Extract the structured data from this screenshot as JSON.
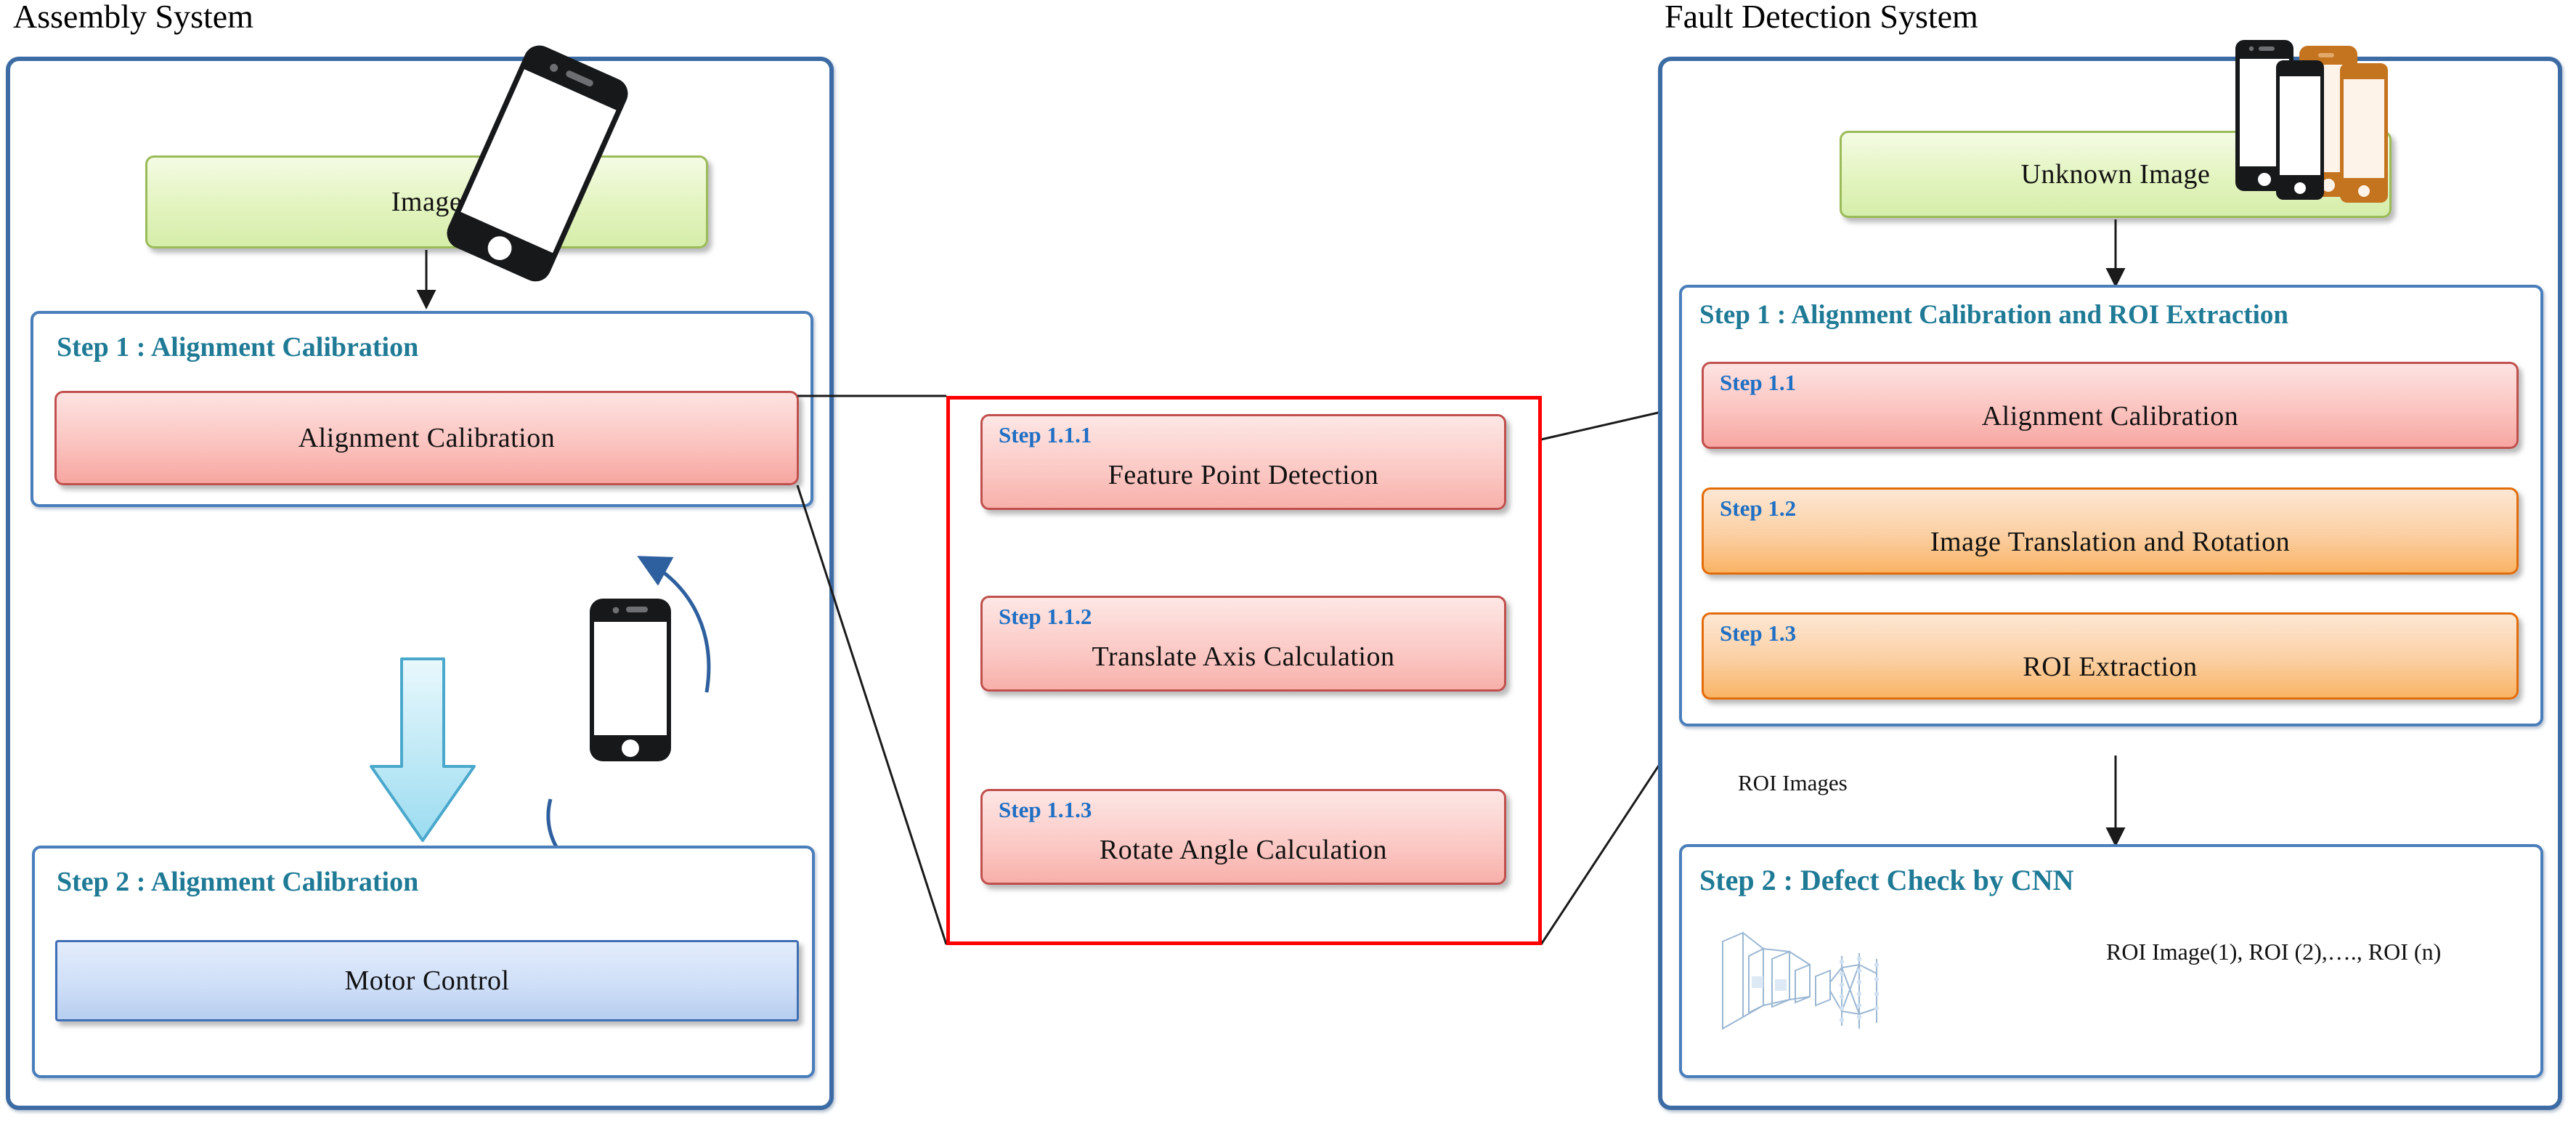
{
  "assembly": {
    "title": "Assembly System",
    "image_box": {
      "label": "Image"
    },
    "step1": {
      "heading": "Step 1 : Alignment Calibration",
      "box_label": "Alignment  Calibration"
    },
    "step2": {
      "heading": "Step 2 : Alignment  Calibration",
      "box_label": "Motor Control"
    }
  },
  "substeps": {
    "items": [
      {
        "tag": "Step 1.1.1",
        "label": "Feature Point Detection"
      },
      {
        "tag": "Step 1.1.2",
        "label": "Translate  Axis  Calculation"
      },
      {
        "tag": "Step 1.1.3",
        "label": "Rotate Angle  Calculation"
      }
    ]
  },
  "fault": {
    "title": "Fault Detection System",
    "unknown_box": {
      "label": "Unknown Image"
    },
    "step1": {
      "heading": "Step 1 : Alignment Calibration and ROI Extraction",
      "items": [
        {
          "tag": "Step 1.1",
          "label": "Alignment  Calibration"
        },
        {
          "tag": "Step 1.2",
          "label": "Image  Translation  and Rotation"
        },
        {
          "tag": "Step 1.3",
          "label": "ROI Extraction"
        }
      ]
    },
    "roi_arrow_label": "ROI Images",
    "step2": {
      "heading": "Step 2 : Defect Check by CNN",
      "roi_list": "ROI Image(1), ROI (2),…., ROI (n)"
    }
  },
  "icons": {
    "phone_tilted": "phone-icon",
    "phone_upright": "phone-icon",
    "phone_stack": "phone-stack-icon",
    "down_arrow": "down-arrow-icon",
    "rotate_arrows": "rotate-arrows-icon",
    "cnn": "cnn-diagram-icon"
  },
  "colors": {
    "panel_border": "#3d6ca4",
    "step_border": "#4a7ebb",
    "heading": "#1f7a96",
    "tag": "#1f6fc4",
    "green": "#9bbb59",
    "pink": "#c0504d",
    "orange": "#e36c0a",
    "blue": "#3f6fb5",
    "highlight": "#ff0000"
  }
}
